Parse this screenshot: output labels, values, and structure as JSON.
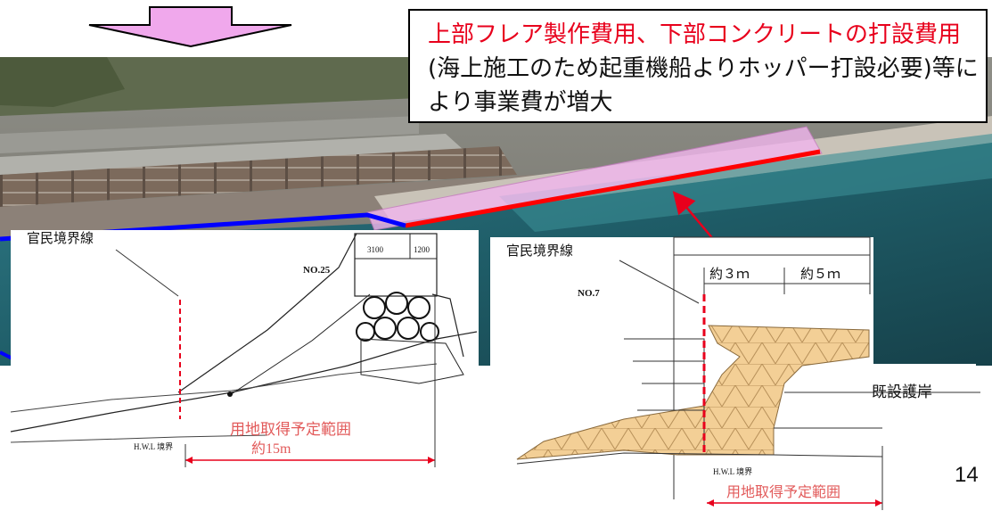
{
  "callout": {
    "highlight": "上部フレア製作費用、下部コンクリートの打設費用",
    "body": "(海上施工のため起重機船よりホッパー打設必要)等により事業費が増大"
  },
  "page_number": "14",
  "left_section": {
    "boundary_label": "官民境界線",
    "section_no": "NO.25",
    "dim_top_a": "3100",
    "dim_top_b": "1200",
    "acquisition_label": "用地取得予定範囲",
    "acquisition_width": "約15m",
    "hwl_label": "H.W.L 境界"
  },
  "right_section": {
    "boundary_label": "官民境界線",
    "section_no": "NO.7",
    "dim_a": "約３ｍ",
    "dim_b": "約５ｍ",
    "existing_label": "既設護岸",
    "acquisition_label": "用地取得予定範囲",
    "hwl_label": "H.W.L 境界"
  },
  "colors": {
    "callout_highlight": "#e8001c",
    "arrow_fill": "#f0a8ec",
    "planned_line": "#ff0000",
    "existing_line": "#0000ff",
    "concrete_fill": "#f3cf96"
  },
  "icons": [
    "down-arrow-icon",
    "pointer-arrow-icon"
  ]
}
